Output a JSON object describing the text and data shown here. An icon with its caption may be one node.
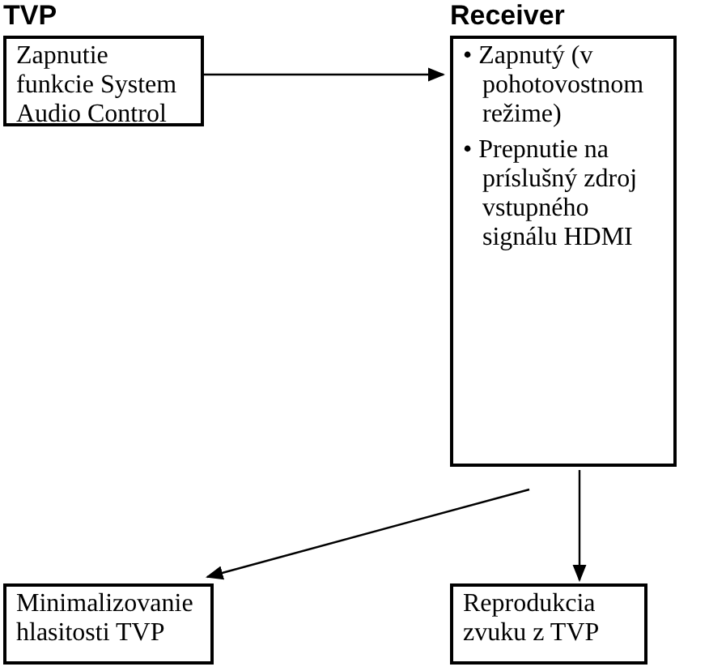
{
  "diagram": {
    "nodes": [
      {
        "text": [
          "TVP",
          "Zapnutie funkcie System Audio Control"
        ]
      },
      {
        "text": [
          "Receiver",
          "• Zapnutý (v pohotovostnom režime)",
          "• Prepnutie na príslušný zdroj vstupného signálu HDMI"
        ]
      },
      {
        "text": [
          "Minimalizovanie hlasitosti TVP"
        ]
      },
      {
        "text": [
          "Reprodukcia zvuku z TVP"
        ]
      }
    ],
    "edges": [
      {
        "from": 0,
        "to": 1,
        "arrow": "to"
      },
      {
        "from": 1,
        "to": 2,
        "arrow": "to"
      },
      {
        "from": 1,
        "to": 3,
        "arrow": "to"
      }
    ]
  }
}
